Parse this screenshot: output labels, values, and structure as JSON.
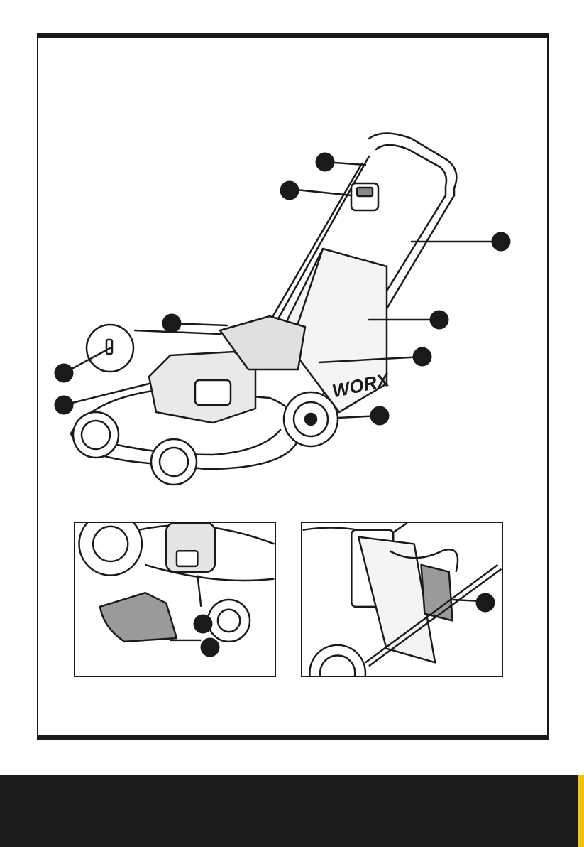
{
  "page": {
    "brand_mark": "WORX",
    "callout_count": 11
  },
  "colors": {
    "ink": "#1a1a1a",
    "panel": "#ffffff",
    "shade": "#9a9a9a",
    "footer": "#1a1a1a",
    "footer_edge": "#f2c300"
  },
  "icons": {
    "marker": "filled-circle-callout",
    "mower": "lawn-mower-illustration",
    "cover": "battery-cover-illustration",
    "grass_bag": "grass-bag-illustration"
  }
}
